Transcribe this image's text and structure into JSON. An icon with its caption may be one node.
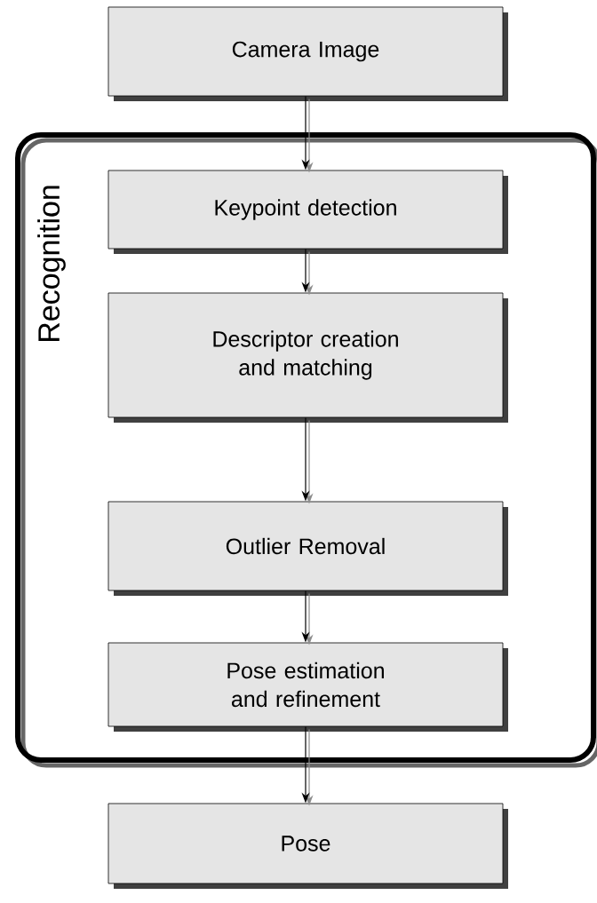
{
  "diagram": {
    "nodes": [
      {
        "text": [
          "Camera Image"
        ]
      },
      {
        "text": [
          "Recognition"
        ]
      },
      {
        "text": [
          "Keypoint detection"
        ],
        "in": 1
      },
      {
        "text": [
          "Descriptor creation and matching"
        ],
        "in": 1
      },
      {
        "text": [
          "Outlier Removal"
        ],
        "in": 1
      },
      {
        "text": [
          "Pose estimation and refinement"
        ],
        "in": 1
      },
      {
        "text": [
          "Pose"
        ]
      }
    ],
    "edges": [
      {
        "from": 0,
        "to": 2,
        "arrow": "to"
      },
      {
        "from": 2,
        "to": 3,
        "arrow": "to"
      },
      {
        "from": 3,
        "to": 4,
        "arrow": "to"
      },
      {
        "from": 4,
        "to": 5,
        "arrow": "to"
      },
      {
        "from": 5,
        "to": 6,
        "arrow": "to"
      }
    ]
  }
}
